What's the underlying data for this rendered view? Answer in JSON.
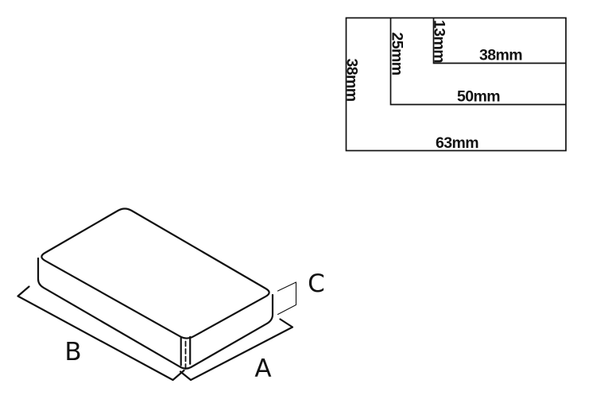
{
  "page": {
    "background_color": "#ffffff",
    "line_color": "#111111"
  },
  "dimension_chart": {
    "outer": {
      "height_label": "38mm",
      "width_label": "63mm"
    },
    "middle": {
      "height_label": "25mm",
      "width_label": "50mm"
    },
    "inner": {
      "height_label": "13mm",
      "width_label": "38mm"
    }
  },
  "isometric_diagram": {
    "labels": {
      "a": "A",
      "b": "B",
      "c": "C"
    }
  }
}
